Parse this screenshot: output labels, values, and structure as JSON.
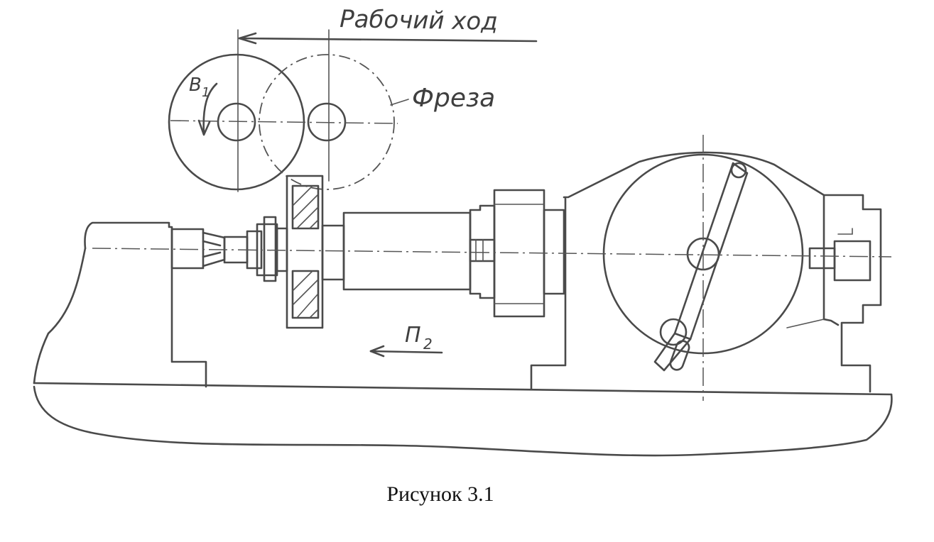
{
  "labels": {
    "working_stroke": "Рабочий ход",
    "cutter": "Фреза",
    "rotation": "B",
    "rotation_sub": "1",
    "feed": "П",
    "feed_sub": "2"
  },
  "caption": "Рисунок 3.1"
}
